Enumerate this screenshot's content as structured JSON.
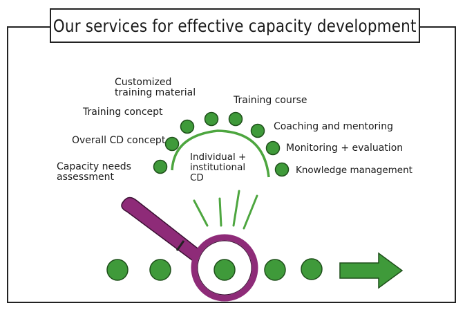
{
  "title": "Our services for effective capacity development",
  "center_label": {
    "line1": "Individual +",
    "line2": "institutional",
    "line3": "CD"
  },
  "services": {
    "capacity_needs_assessment": {
      "line1": "Capacity needs",
      "line2": "assessment"
    },
    "overall_cd_concept": "Overall CD concept",
    "training_concept": "Training concept",
    "customized_training_material": {
      "line1": "Customized",
      "line2": "training material"
    },
    "training_course": "Training course",
    "coaching_and_mentoring": "Coaching and mentoring",
    "monitoring_evaluation": "Monitoring + evaluation",
    "knowledge_management": "Knowledge management"
  },
  "colors": {
    "dot_green": "#3f9a3a",
    "dot_outline": "#1e4f1a",
    "arc_green": "#4da63f",
    "magnifier_handle": "#8e2b78",
    "magnifier_rim": "#8e2b78",
    "arrow_green": "#3f9a3a"
  },
  "icons": [
    "magnifying-glass-icon",
    "right-arrow-icon"
  ]
}
